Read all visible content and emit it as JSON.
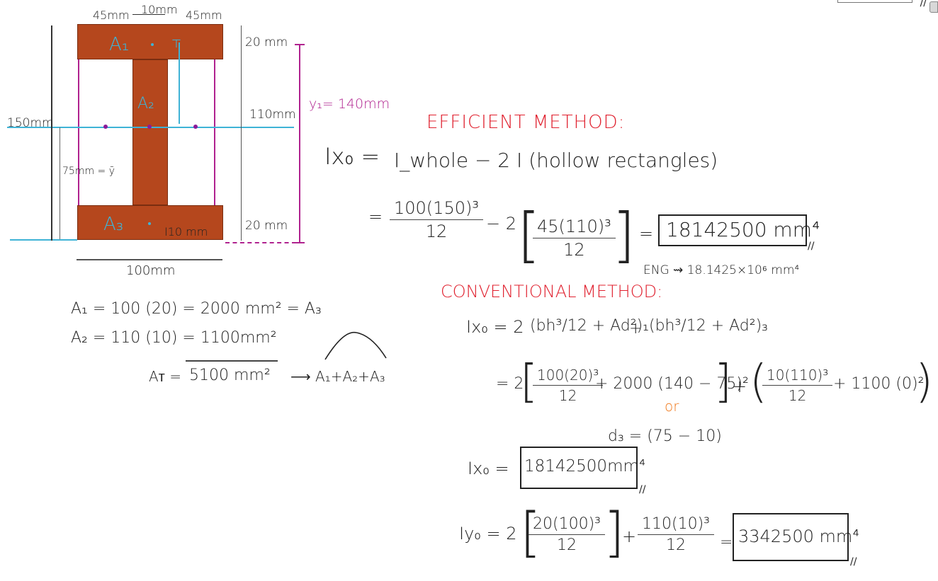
{
  "diagram": {
    "shape": "I-beam cross-section",
    "colors": {
      "beam_fill": "#b5471d",
      "beam_stroke": "#7a2d10",
      "centroid_axis": "#3fb3d6",
      "annotation_magenta": "#b0228f"
    },
    "dimensions": {
      "top_left_width": "45mm",
      "web_width": "10mm",
      "top_right_width": "45mm",
      "top_flange_height": "20 mm",
      "web_height": "110mm",
      "bottom_flange_height": "20 mm",
      "total_height": "150mm",
      "total_width": "100mm",
      "centroid_height": "75mm = ȳ",
      "web_thickness_note": "I10 mm",
      "y1": "y₁= 140mm"
    },
    "labels": {
      "a1": "A₁",
      "a2": "A₂",
      "a3": "A₃"
    }
  },
  "areas": {
    "a1": "A₁ = 100 (20) = 2000 mm² = A₃",
    "a2": "A₂ = 110 (10) = 1100mm²",
    "at_label": "Aᴛ =",
    "at_value": "5100 mm²",
    "at_note": "⟶ A₁+A₂+A₃"
  },
  "efficient": {
    "heading": "EFFICIENT METHOD:",
    "line1_lhs": "Ix₀ =",
    "line1_rhs": "I_whole − 2 I (hollow rectangles)",
    "line2_eq": "=",
    "frac1_num": "100(150)³",
    "frac1_den": "12",
    "minus2": "− 2",
    "frac2_num": "45(110)³",
    "frac2_den": "12",
    "equals": "=",
    "result": "18142500 mm⁴",
    "result_mark": "//",
    "eng": "ENG ⇝ 18.1425×10⁶ mm⁴"
  },
  "conventional": {
    "heading": "CONVENTIONAL METHOD:",
    "formula_lhs": "Ix₀ = 2",
    "formula_term1": "(bh³/12 + Ad²)₁",
    "formula_plus": "+",
    "formula_term3": "(bh³/12 + Ad²)₃",
    "sub_eq": "= 2",
    "sub_frac1_num": "100(20)³",
    "sub_frac1_den": "12",
    "sub_mid": "+ 2000 (140 − 75)²",
    "sub_plus": "+",
    "sub_frac2_num": "10(110)³",
    "sub_frac2_den": "12",
    "sub_tail": "+ 1100 (0)²",
    "or": "or",
    "d3": "d₃ = (75 − 10)",
    "ix_lhs": "Ix₀ =",
    "ix_result": "18142500mm⁴",
    "ix_mark": "//"
  },
  "iy": {
    "lhs": "Iy₀ = 2",
    "frac1_num": "20(100)³",
    "frac1_den": "12",
    "plus": "+",
    "frac2_num": "110(10)³",
    "frac2_den": "12",
    "equals": "=",
    "result": "3342500 mm⁴",
    "mark": "//"
  },
  "chrome": {
    "top_mark": "//"
  }
}
